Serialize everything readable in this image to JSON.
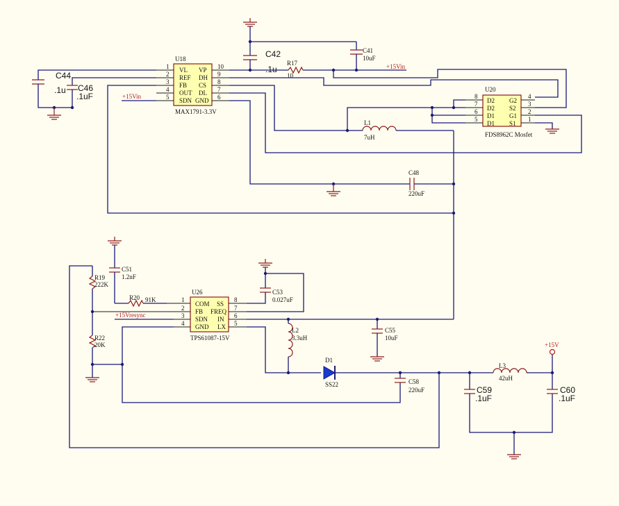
{
  "components": {
    "u18": {
      "ref": "U18",
      "part": "MAX1791-3.3V",
      "pins_left": [
        {
          "num": "1",
          "name": "VL"
        },
        {
          "num": "2",
          "name": "REF"
        },
        {
          "num": "3",
          "name": "FB"
        },
        {
          "num": "4",
          "name": "OUT"
        },
        {
          "num": "5",
          "name": "SDN"
        }
      ],
      "pins_right": [
        {
          "num": "10",
          "name": "VP"
        },
        {
          "num": "9",
          "name": "DH"
        },
        {
          "num": "8",
          "name": "CS"
        },
        {
          "num": "7",
          "name": "DL"
        },
        {
          "num": "6",
          "name": "GND"
        }
      ]
    },
    "u20": {
      "ref": "U20",
      "part": "FDS8962C Mosfet",
      "pins_left": [
        {
          "num": "8",
          "name": "D2"
        },
        {
          "num": "7",
          "name": "D2"
        },
        {
          "num": "6",
          "name": "D1"
        },
        {
          "num": "5",
          "name": "D1"
        }
      ],
      "pins_right": [
        {
          "num": "4",
          "name": "G2"
        },
        {
          "num": "3",
          "name": "S2"
        },
        {
          "num": "2",
          "name": "G1"
        },
        {
          "num": "1",
          "name": "S1"
        }
      ]
    },
    "u26": {
      "ref": "U26",
      "part": "TPS61087-15V",
      "pins_left": [
        {
          "num": "1",
          "name": "COM"
        },
        {
          "num": "2",
          "name": "FB"
        },
        {
          "num": "3",
          "name": "SDN"
        },
        {
          "num": "4",
          "name": "GND"
        }
      ],
      "pins_right": [
        {
          "num": "8",
          "name": "SS"
        },
        {
          "num": "7",
          "name": "FREQ"
        },
        {
          "num": "6",
          "name": "IN"
        },
        {
          "num": "5",
          "name": "LX"
        }
      ]
    },
    "c42": {
      "ref": "C42",
      "value": ".1u"
    },
    "c41": {
      "ref": "C41",
      "value": "10uF"
    },
    "r17": {
      "ref": "R17",
      "value": "10"
    },
    "c44": {
      "ref": "C44",
      "value": ".1u"
    },
    "c46": {
      "ref": "C46",
      "value": ".1uF"
    },
    "l1": {
      "ref": "L1",
      "value": "7uH"
    },
    "c48": {
      "ref": "C48",
      "value": "220uF"
    },
    "c51": {
      "ref": "C51",
      "value": "1.2nF"
    },
    "r19": {
      "ref": "R19",
      "value": "222K"
    },
    "r20": {
      "ref": "R20",
      "value": "91K"
    },
    "r22": {
      "ref": "R22",
      "value": "20K"
    },
    "c53": {
      "ref": "C53",
      "value": "0.027uF"
    },
    "l2": {
      "ref": "L2",
      "value": "3.3uH"
    },
    "c55": {
      "ref": "C55",
      "value": "10uF"
    },
    "d1": {
      "ref": "D1",
      "value": "SS22"
    },
    "c58": {
      "ref": "C58",
      "value": "220uF"
    },
    "l3": {
      "ref": "L3",
      "value": "42uH"
    },
    "c59": {
      "ref": "C59",
      "value": ".1uF"
    },
    "c60": {
      "ref": "C60",
      "value": ".1uF"
    }
  },
  "nets": {
    "vin_label_1": "+15Vin",
    "vin_label_2": "+15Vin",
    "vresync_label": "+15Vresync",
    "out_label": "+15V"
  }
}
